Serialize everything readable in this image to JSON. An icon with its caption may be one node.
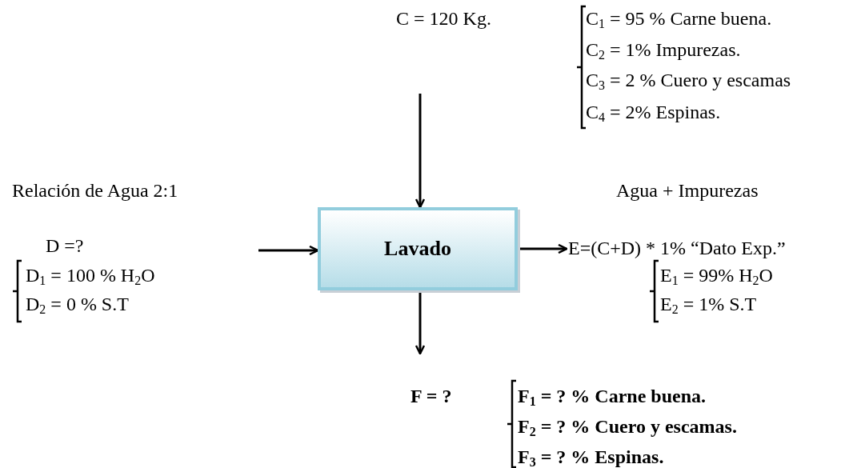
{
  "diagram": {
    "nodes": [
      {
        "text": [
          "Lavado"
        ]
      },
      {
        "text": [
          "E=(C+D) * 1% “Dato Exp.”"
        ]
      }
    ],
    "edges": [
      {
        "from": null,
        "to": 0,
        "arrow": "to"
      },
      {
        "from": null,
        "to": 0,
        "arrow": "to"
      },
      {
        "from": 0,
        "to": 1,
        "arrow": "to"
      },
      {
        "from": 0,
        "to": null,
        "arrow": "to"
      }
    ],
    "labels": [
      "C = 120 Kg.",
      "C$_{1}$ = 95 % Carne buena.",
      "C$_{2}$ = 1% Impurezas.",
      "C$_{3}$ = 2 % Cuero y escamas",
      "C$_{4}$ = 2% Espinas.",
      "Relación de Agua 2:1",
      "Agua + Impurezas",
      "D =?",
      "D$_{1}$ = 100 % H$_{2}$O",
      "D$_{2}$ = 0 % S.T",
      "E$_{1}$ = 99% H$_{2}$O",
      "E$_{2}$ = 1% S.T",
      "F = ?",
      "F$_{1}$ = ? % Carne buena.",
      "F$_{2}$ = ? % Cuero y escamas.",
      "F$_{3}$ = ? % Espinas."
    ]
  }
}
